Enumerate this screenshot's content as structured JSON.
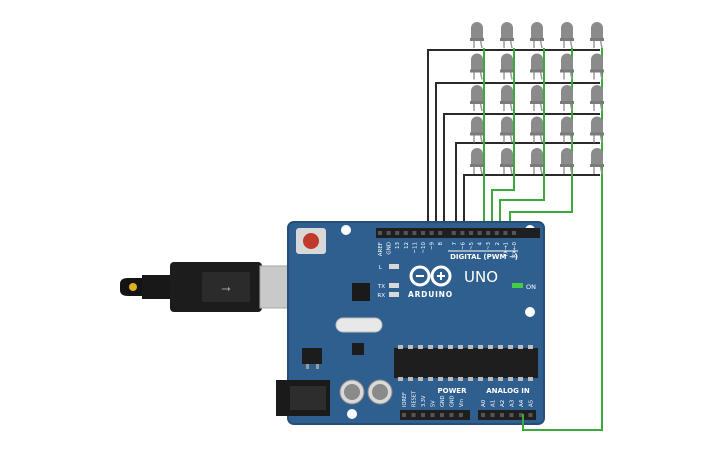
{
  "board": {
    "model": "UNO",
    "brand": "ARDUINO",
    "digital_header_label": "DIGITAL (PWM ~)",
    "power_header_label": "POWER",
    "analog_header_label": "ANALOG IN",
    "on_label": "ON",
    "led_labels": [
      "L",
      "TX",
      "RX"
    ],
    "digital_pins": [
      "AREF",
      "GND",
      "13",
      "12",
      "~11",
      "~10",
      "~9",
      "8",
      "7",
      "~6",
      "~5",
      "4",
      "~3",
      "2",
      "TX→1",
      "RX←0"
    ],
    "power_pins": [
      "IOREF",
      "RESET",
      "3.3V",
      "5V",
      "GND",
      "GND",
      "Vin"
    ],
    "analog_pins": [
      "A0",
      "A1",
      "A2",
      "A3",
      "A4",
      "A5"
    ]
  },
  "led_matrix": {
    "rows": 5,
    "cols": 5
  },
  "colors": {
    "board": "#2f5f8f",
    "board_edge": "#244d77",
    "header": "#1f1f1f",
    "led_body": "#8b8b8b",
    "wire_black": "#2a2a2a",
    "wire_green": "#3aaa3a",
    "usb_metal": "#c9c9c9",
    "reset_button": "#c0392b"
  }
}
